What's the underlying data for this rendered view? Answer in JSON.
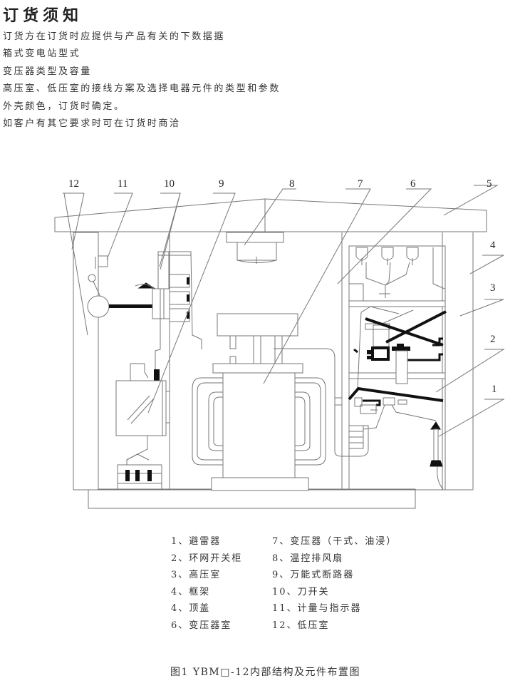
{
  "section_title": "订货须知",
  "notes": [
    "订货方在订货时应提供与产品有关的下数据据",
    "箱式变电站型式",
    "变压器类型及容量",
    "高压室、低压室的接线方案及选择电器元件的类型和参数",
    "外壳颜色，订货时确定。",
    "如客户有其它要求时可在订货时商洽"
  ],
  "diagram": {
    "subject": "YBM□-12 箱式变电站内部结构",
    "callouts": [
      "1",
      "2",
      "3",
      "4",
      "5",
      "6",
      "7",
      "8",
      "9",
      "10",
      "11",
      "12"
    ],
    "line_color": "#777777",
    "fill_color": "#111111"
  },
  "legend": {
    "left": [
      "1、避雷器",
      "2、环网开关柜",
      "3、高压室",
      "4、框架",
      "4、顶盖",
      "6、变压器室"
    ],
    "right": [
      "7、变压器（干式、油浸）",
      "8、温控排风扇",
      "9、万能式断路器",
      "10、刀开关",
      "11、计量与指示器",
      "12、低压室"
    ]
  },
  "caption": "图1 YBM□-12内部结构及元件布置图"
}
